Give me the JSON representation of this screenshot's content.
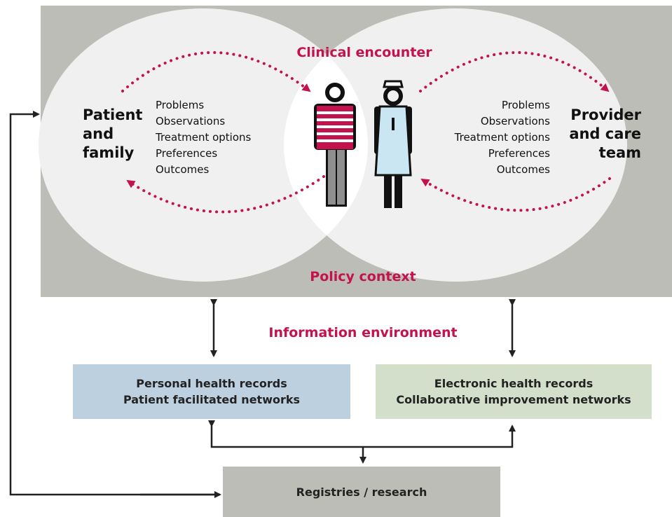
{
  "diagram": {
    "clinical_encounter": "Clinical encounter",
    "policy_context": "Policy context",
    "information_environment": "Information environment",
    "patient": {
      "title_lines": [
        "Patient",
        "and",
        "family"
      ],
      "items": [
        "Problems",
        "Observations",
        "Treatment options",
        "Preferences",
        "Outcomes"
      ]
    },
    "provider": {
      "title_lines": [
        "Provider",
        "and care",
        "team"
      ],
      "items": [
        "Problems",
        "Observations",
        "Treatment options",
        "Preferences",
        "Outcomes"
      ]
    },
    "personal_box": {
      "lines": [
        "Personal health records",
        "Patient facilitated networks"
      ]
    },
    "electronic_box": {
      "lines": [
        "Electronic health records",
        "Collaborative improvement networks"
      ]
    },
    "registries_box": {
      "label": "Registries / research"
    }
  },
  "colors": {
    "policy_bg": "#bcbdb6",
    "ellipse": "#f0f0f0",
    "overlap": "#ffffff",
    "accent": "#c4124f",
    "personal_box": "#bcd0e0",
    "electronic_box": "#d3dfcb",
    "registries_box": "#bcbdb6",
    "nurse_dress": "#c9e6f2"
  }
}
